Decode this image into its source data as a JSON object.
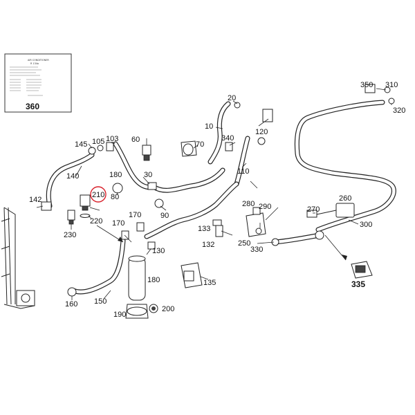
{
  "label_card": {
    "title_line_1": "AIR CONDITIONER",
    "title_line_2": "R 134a",
    "number": "360"
  },
  "callouts": [
    {
      "id": "c10",
      "text": "10"
    },
    {
      "id": "c20",
      "text": "20"
    },
    {
      "id": "c30",
      "text": "30"
    },
    {
      "id": "c60",
      "text": "60"
    },
    {
      "id": "c70",
      "text": "70"
    },
    {
      "id": "c80",
      "text": "80"
    },
    {
      "id": "c90",
      "text": "90"
    },
    {
      "id": "c103",
      "text": "103"
    },
    {
      "id": "c105",
      "text": "105"
    },
    {
      "id": "c110",
      "text": "110"
    },
    {
      "id": "c120",
      "text": "120"
    },
    {
      "id": "c130",
      "text": "130"
    },
    {
      "id": "c132",
      "text": "132"
    },
    {
      "id": "c133",
      "text": "133"
    },
    {
      "id": "c135",
      "text": "135"
    },
    {
      "id": "c140",
      "text": "140"
    },
    {
      "id": "c142",
      "text": "142"
    },
    {
      "id": "c145",
      "text": "145"
    },
    {
      "id": "c150",
      "text": "150"
    },
    {
      "id": "c160",
      "text": "160"
    },
    {
      "id": "c170a",
      "text": "170"
    },
    {
      "id": "c170b",
      "text": "170"
    },
    {
      "id": "c180a",
      "text": "180"
    },
    {
      "id": "c180b",
      "text": "180"
    },
    {
      "id": "c190",
      "text": "190"
    },
    {
      "id": "c200",
      "text": "200"
    },
    {
      "id": "c210",
      "text": "210"
    },
    {
      "id": "c220",
      "text": "220"
    },
    {
      "id": "c230",
      "text": "230"
    },
    {
      "id": "c250",
      "text": "250"
    },
    {
      "id": "c260",
      "text": "260"
    },
    {
      "id": "c270",
      "text": "270"
    },
    {
      "id": "c280",
      "text": "280"
    },
    {
      "id": "c290",
      "text": "290"
    },
    {
      "id": "c300",
      "text": "300"
    },
    {
      "id": "c310",
      "text": "310"
    },
    {
      "id": "c320",
      "text": "320"
    },
    {
      "id": "c330",
      "text": "330"
    },
    {
      "id": "c335",
      "text": "335"
    },
    {
      "id": "c340",
      "text": "340"
    },
    {
      "id": "c350",
      "text": "350"
    }
  ],
  "highlight": {
    "target": "210",
    "color": "#d8202a"
  }
}
